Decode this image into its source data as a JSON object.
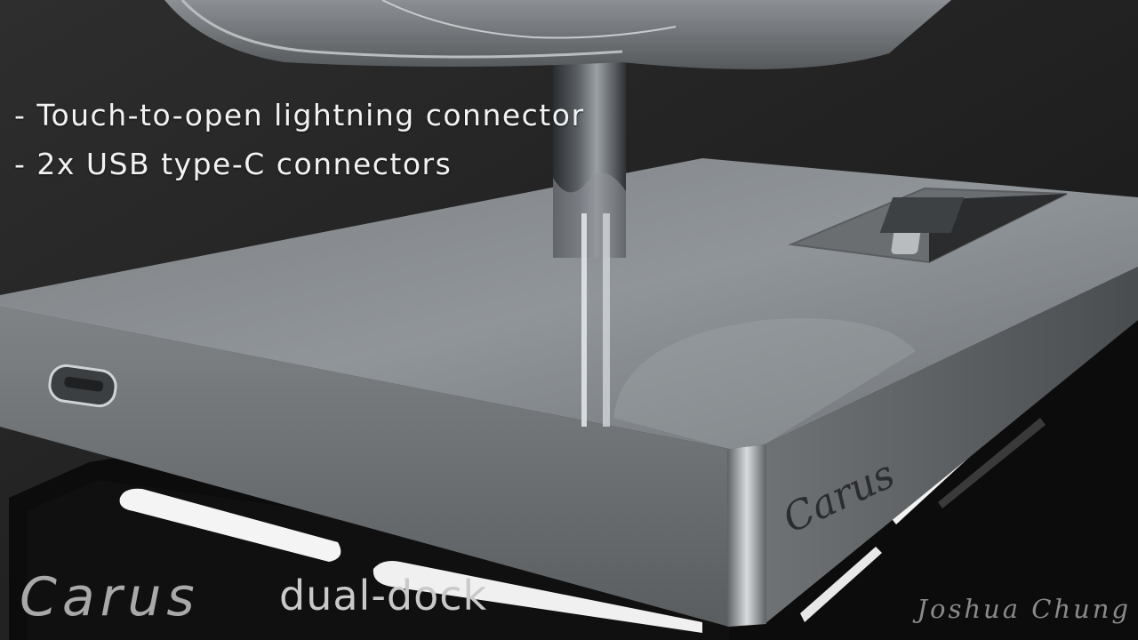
{
  "features": [
    "- Touch-to-open lightning connector",
    "- 2x USB type-C connectors"
  ],
  "brand": {
    "logo_text": "Carus",
    "product": "dual-dock"
  },
  "signature": "Joshua Chung",
  "colors": {
    "background": "#1c1c1c",
    "aluminum": "#8a8d8f",
    "led_strip": "#f4f4f4",
    "text": "#f2f2f2"
  }
}
